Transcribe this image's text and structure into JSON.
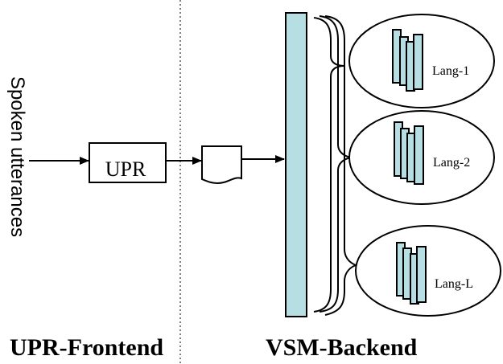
{
  "diagram": {
    "input_label": "Spoken utterances",
    "upr_box_label": "UPR",
    "frontend_label": "UPR-Frontend",
    "backend_label": "VSM-Backend",
    "languages": [
      {
        "label": "Lang-1"
      },
      {
        "label": "Lang-2"
      },
      {
        "label": "Lang-L"
      }
    ]
  },
  "colors": {
    "panel_fill": "#b7dfe3",
    "stroke": "#000000",
    "background": "#ffffff"
  }
}
